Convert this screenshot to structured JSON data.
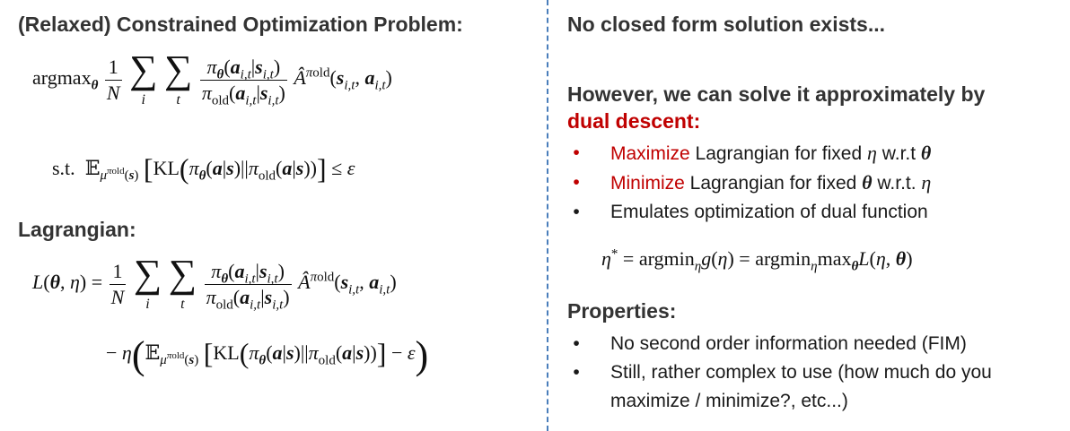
{
  "left": {
    "heading_problem": "(Relaxed) Constrained Optimization Problem:",
    "heading_lagrangian": "Lagrangian:"
  },
  "right": {
    "heading_no_closed": "No closed form solution exists...",
    "heading_however": "However, we can solve it approximately by",
    "heading_dual_descent": "dual descent:",
    "bullets": [
      {
        "highlight": "Maximize",
        "text": " Lagrangian for fixed ",
        "var1": "η",
        "mid": " w.r.t ",
        "var2": "θ"
      },
      {
        "highlight": "Minimize",
        "text": " Lagrangian for fixed ",
        "var1": "θ",
        "mid": " w.r.t. ",
        "var2": "η"
      },
      {
        "text": "Emulates optimization of dual function"
      }
    ],
    "heading_properties": "Properties:",
    "properties": [
      "No second order information needed (FIM)",
      "Still, rather complex to use (how much do you maximize / minimize?, etc...)"
    ]
  },
  "colors": {
    "accent_red": "#c00000",
    "divider_blue": "#4a7ebb"
  }
}
